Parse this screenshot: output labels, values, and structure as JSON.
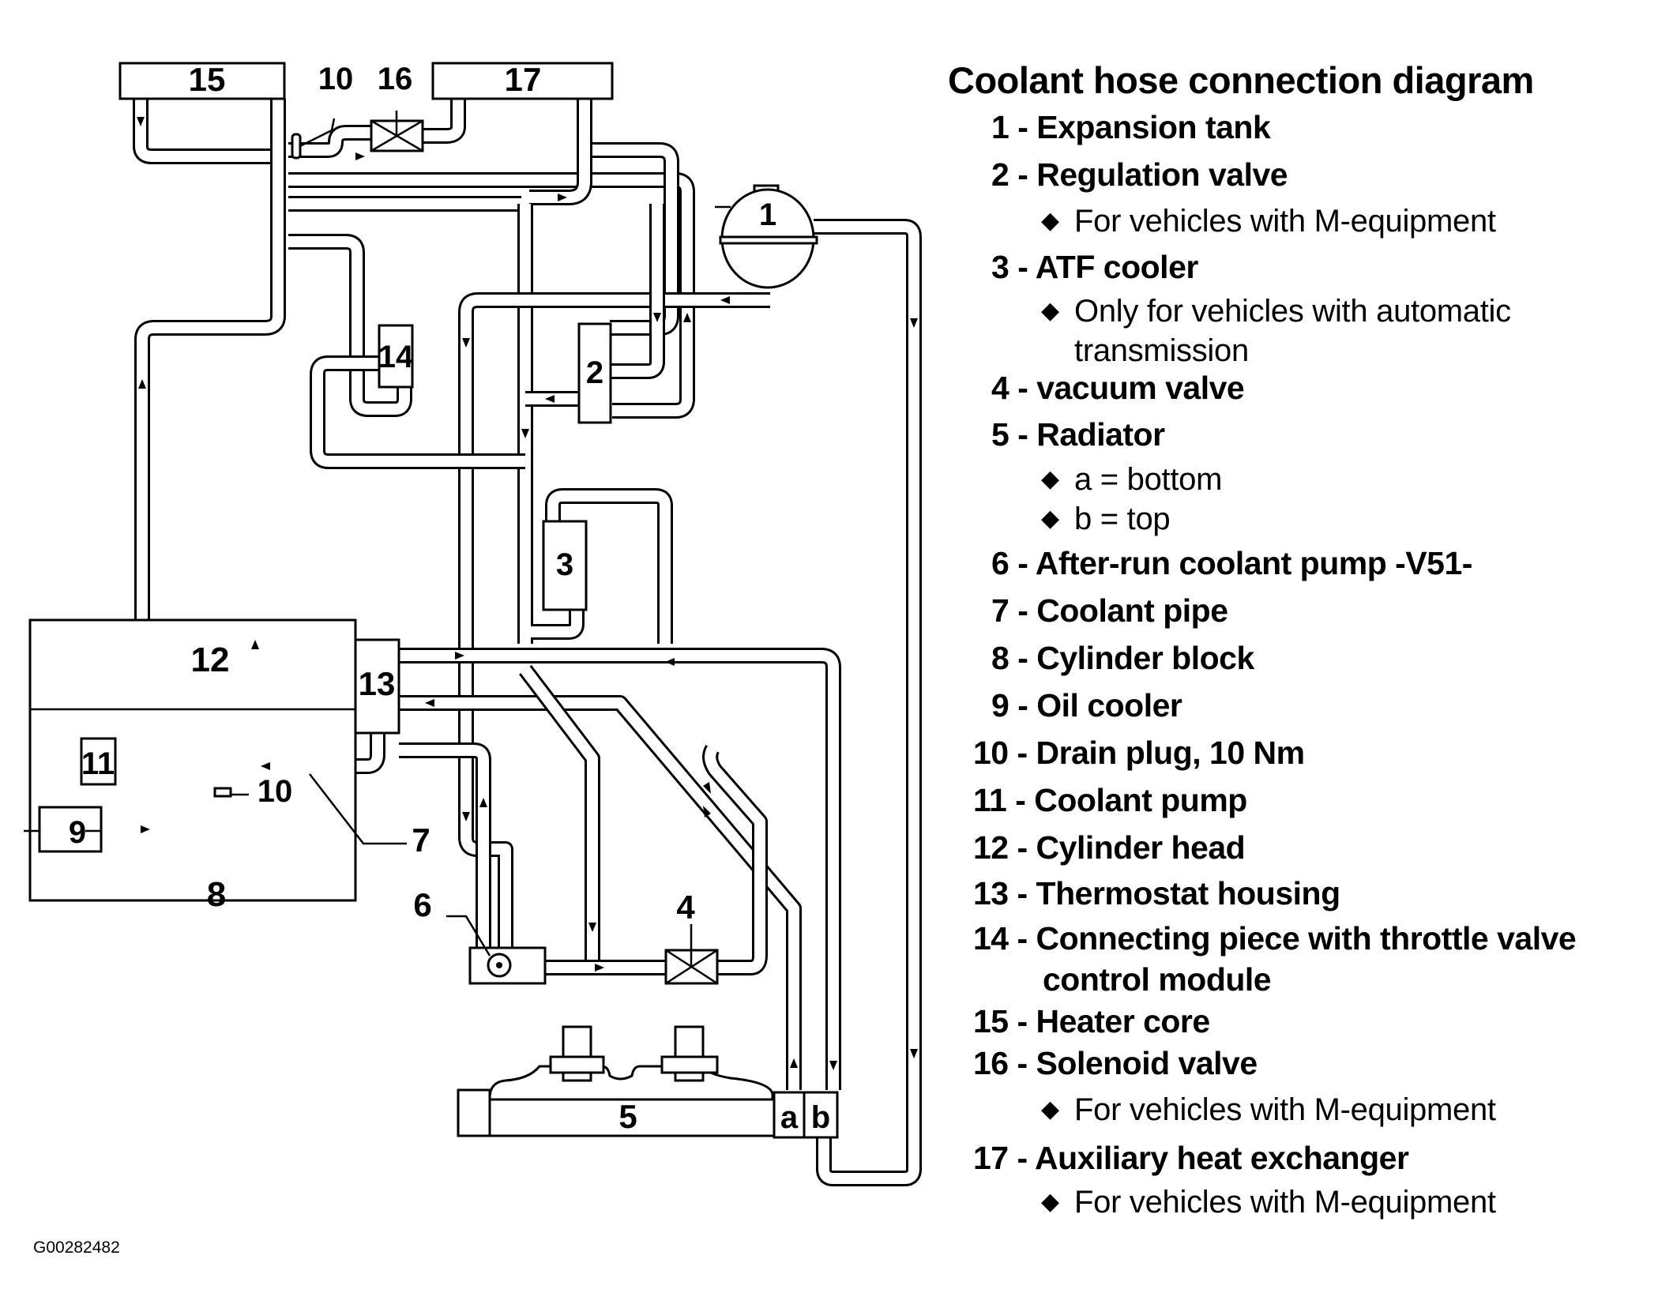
{
  "diagram": {
    "title": "Coolant hose connection diagram",
    "figure_id": "G00282482",
    "callouts": {
      "c1": "1",
      "c2": "2",
      "c3": "3",
      "c4": "4",
      "c5": "5",
      "c6": "6",
      "c7": "7",
      "c8": "8",
      "c9": "9",
      "c10_top": "10",
      "c10_bottom": "10",
      "c11": "11",
      "c12": "12",
      "c13": "13",
      "c14": "14",
      "c15": "15",
      "c16": "16",
      "c17": "17",
      "port_a": "a",
      "port_b": "b"
    }
  },
  "legend": {
    "items": [
      {
        "num": "1",
        "label": "Expansion tank",
        "notes": []
      },
      {
        "num": "2",
        "label": "Regulation valve",
        "notes": [
          "For vehicles with M-equipment"
        ]
      },
      {
        "num": "3",
        "label": "ATF cooler",
        "notes": [
          "Only for vehicles with automatic",
          "transmission"
        ]
      },
      {
        "num": "4",
        "label": "vacuum valve",
        "notes": []
      },
      {
        "num": "5",
        "label": "Radiator",
        "notes": [
          "a = bottom",
          "b = top"
        ]
      },
      {
        "num": "6",
        "label": "After-run coolant pump -V51-",
        "notes": []
      },
      {
        "num": "7",
        "label": "Coolant pipe",
        "notes": []
      },
      {
        "num": "8",
        "label": "Cylinder block",
        "notes": []
      },
      {
        "num": "9",
        "label": "Oil cooler",
        "notes": []
      },
      {
        "num": "10",
        "label": "Drain plug, 10 Nm",
        "notes": []
      },
      {
        "num": "11",
        "label": "Coolant pump",
        "notes": []
      },
      {
        "num": "12",
        "label": "Cylinder head",
        "notes": []
      },
      {
        "num": "13",
        "label": "Thermostat housing",
        "notes": []
      },
      {
        "num": "14",
        "label": "Connecting piece with throttle valve",
        "label_cont": "control module",
        "notes": []
      },
      {
        "num": "15",
        "label": "Heater core",
        "notes": []
      },
      {
        "num": "16",
        "label": "Solenoid valve",
        "notes": [
          "For vehicles with M-equipment"
        ]
      },
      {
        "num": "17",
        "label": "Auxiliary heat exchanger",
        "notes": [
          "For vehicles with M-equipment"
        ]
      }
    ],
    "bullet_icon": "diamond-bullet-icon",
    "separator": "-"
  }
}
